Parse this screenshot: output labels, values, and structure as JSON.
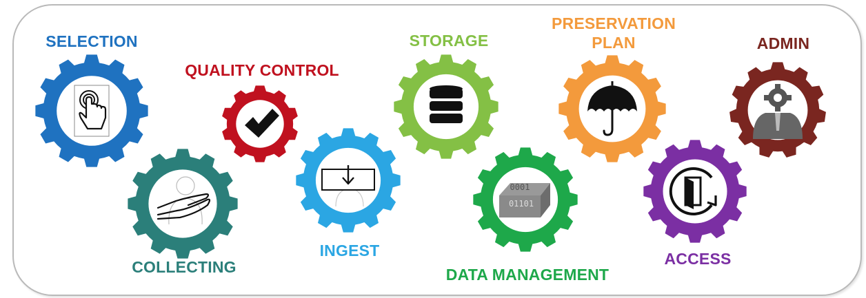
{
  "stages": [
    {
      "id": "selection",
      "label": "SELECTION",
      "color": "#1f72c0",
      "icon": "touch-hand-icon"
    },
    {
      "id": "collecting",
      "label": "COLLECTING",
      "color": "#2b7f7a",
      "icon": "giving-hand-icon"
    },
    {
      "id": "quality-control",
      "label": "QUALITY CONTROL",
      "color": "#c0111f",
      "icon": "checkmark-icon"
    },
    {
      "id": "ingest",
      "label": "INGEST",
      "color": "#2ba6e3",
      "icon": "download-tray-icon"
    },
    {
      "id": "storage",
      "label": "STORAGE",
      "color": "#84c045",
      "icon": "database-icon"
    },
    {
      "id": "data-management",
      "label": "DATA MANAGEMENT",
      "color": "#1ea84a",
      "icon": "binary-box-icon"
    },
    {
      "id": "preservation-plan",
      "label": "PRESERVATION PLAN",
      "label_lines": [
        "PRESERVATION",
        "PLAN"
      ],
      "color": "#f39a3c",
      "icon": "umbrella-icon"
    },
    {
      "id": "access",
      "label": "ACCESS",
      "color": "#7b2fa3",
      "icon": "door-exit-icon"
    },
    {
      "id": "admin",
      "label": "ADMIN",
      "color": "#7a2620",
      "icon": "admin-gear-person-icon"
    }
  ]
}
